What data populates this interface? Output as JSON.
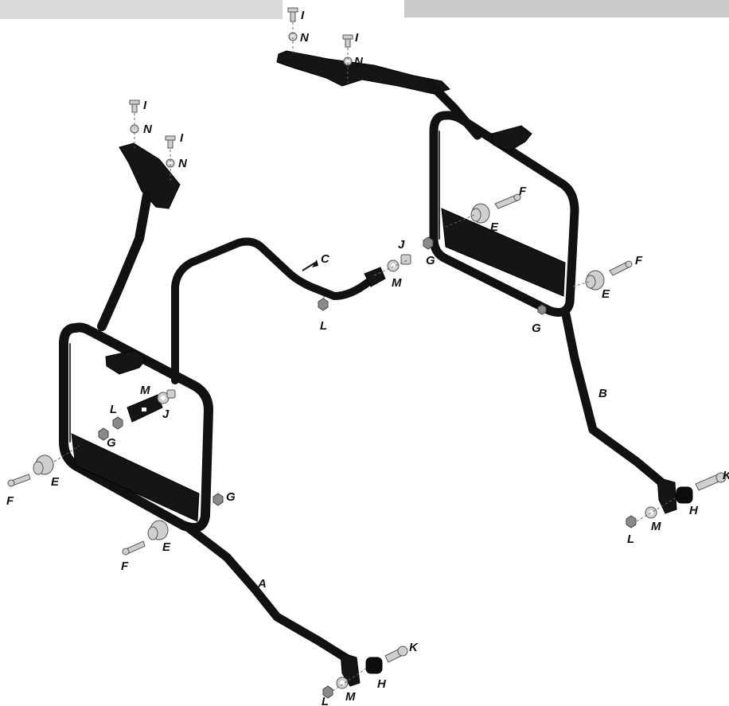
{
  "labels": {
    "I": "I",
    "N": "N",
    "C": "C",
    "J": "J",
    "M": "M",
    "L": "L",
    "G": "G",
    "E": "E",
    "F": "F",
    "A": "A",
    "B": "B",
    "H": "H",
    "K": "K"
  },
  "colors": {
    "frame": "#111111",
    "hardware": "#cfcfcf",
    "background": "#ffffff"
  }
}
